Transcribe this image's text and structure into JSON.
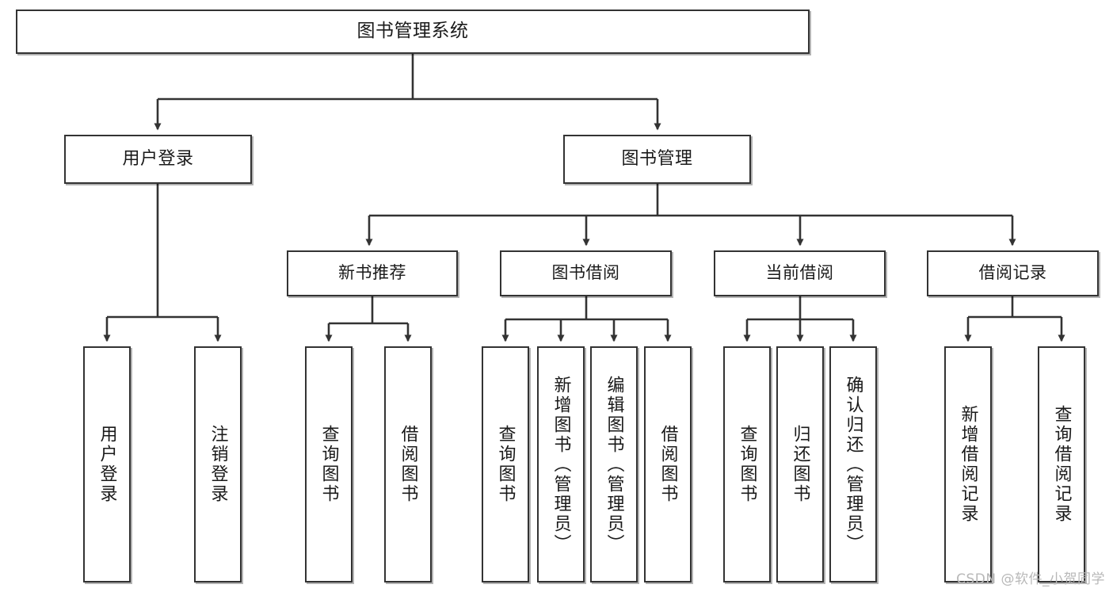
{
  "diagram": {
    "title": "图书管理系统",
    "type": "tree-hierarchy-diagram",
    "watermark": "CSDN @软件_小贺同学",
    "colors": {
      "box_border": "#333333",
      "box_fill": "#ffffff",
      "connector": "#333333",
      "watermark": "#b8b8b8",
      "background": "#ffffff"
    }
  },
  "nodes": {
    "root": {
      "label": "图书管理系统"
    },
    "level2": [
      {
        "id": "user-login",
        "label": "用户登录"
      },
      {
        "id": "book-management",
        "label": "图书管理"
      }
    ],
    "level3": [
      {
        "id": "new-book-recommend",
        "label": "新书推荐"
      },
      {
        "id": "book-borrow",
        "label": "图书借阅"
      },
      {
        "id": "current-borrow",
        "label": "当前借阅"
      },
      {
        "id": "borrow-record",
        "label": "借阅记录"
      }
    ],
    "leaves": {
      "user_login": [
        {
          "id": "leaf-user-login",
          "label": "用户登录"
        },
        {
          "id": "leaf-logout",
          "label": "注销登录"
        }
      ],
      "new_book_recommend": [
        {
          "id": "leaf-query-book-1",
          "label": "查询图书"
        },
        {
          "id": "leaf-borrow-book-1",
          "label": "借阅图书"
        }
      ],
      "book_borrow": [
        {
          "id": "leaf-query-book-2",
          "label": "查询图书"
        },
        {
          "id": "leaf-add-book",
          "label": "新增图书（管理员）"
        },
        {
          "id": "leaf-edit-book",
          "label": "编辑图书（管理员）"
        },
        {
          "id": "leaf-borrow-book-2",
          "label": "借阅图书"
        }
      ],
      "current_borrow": [
        {
          "id": "leaf-query-book-3",
          "label": "查询图书"
        },
        {
          "id": "leaf-return-book",
          "label": "归还图书"
        },
        {
          "id": "leaf-confirm-return",
          "label": "确认归还（管理员）"
        }
      ],
      "borrow_record": [
        {
          "id": "leaf-add-record",
          "label": "新增借阅记录"
        },
        {
          "id": "leaf-query-record",
          "label": "查询借阅记录"
        }
      ]
    }
  }
}
